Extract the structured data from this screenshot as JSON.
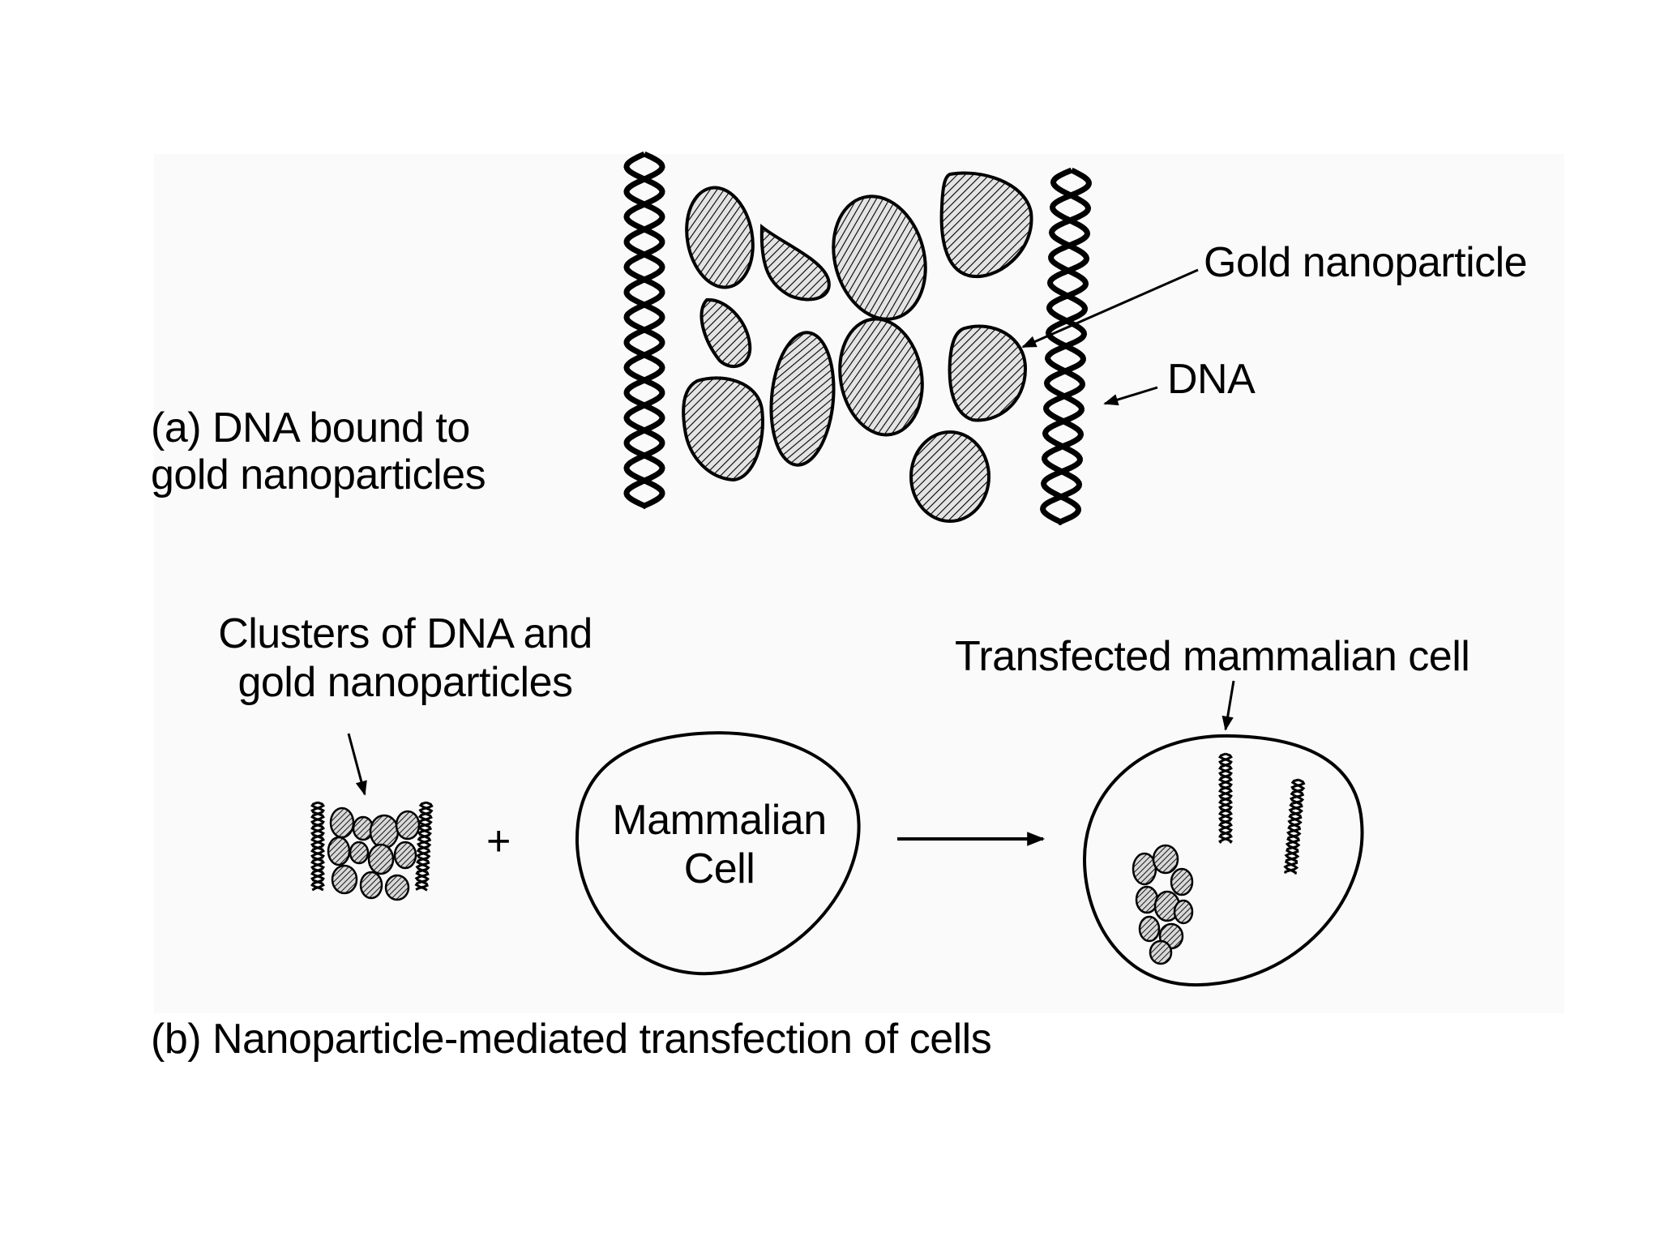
{
  "panel_a": {
    "caption_line1": "(a) DNA bound to",
    "caption_line2": "gold nanoparticles",
    "label_gold": "Gold nanoparticle",
    "label_dna": "DNA"
  },
  "panel_b": {
    "clusters_line1": "Clusters of DNA and",
    "clusters_line2": "gold nanoparticles",
    "plus": "+",
    "cell_line1": "Mammalian",
    "cell_line2": "Cell",
    "transfected": "Transfected mammalian cell",
    "caption": "(b) Nanoparticle-mediated transfection of cells"
  },
  "colors": {
    "ink": "#000000",
    "background": "#ffffff",
    "panel": "#fafafa"
  }
}
